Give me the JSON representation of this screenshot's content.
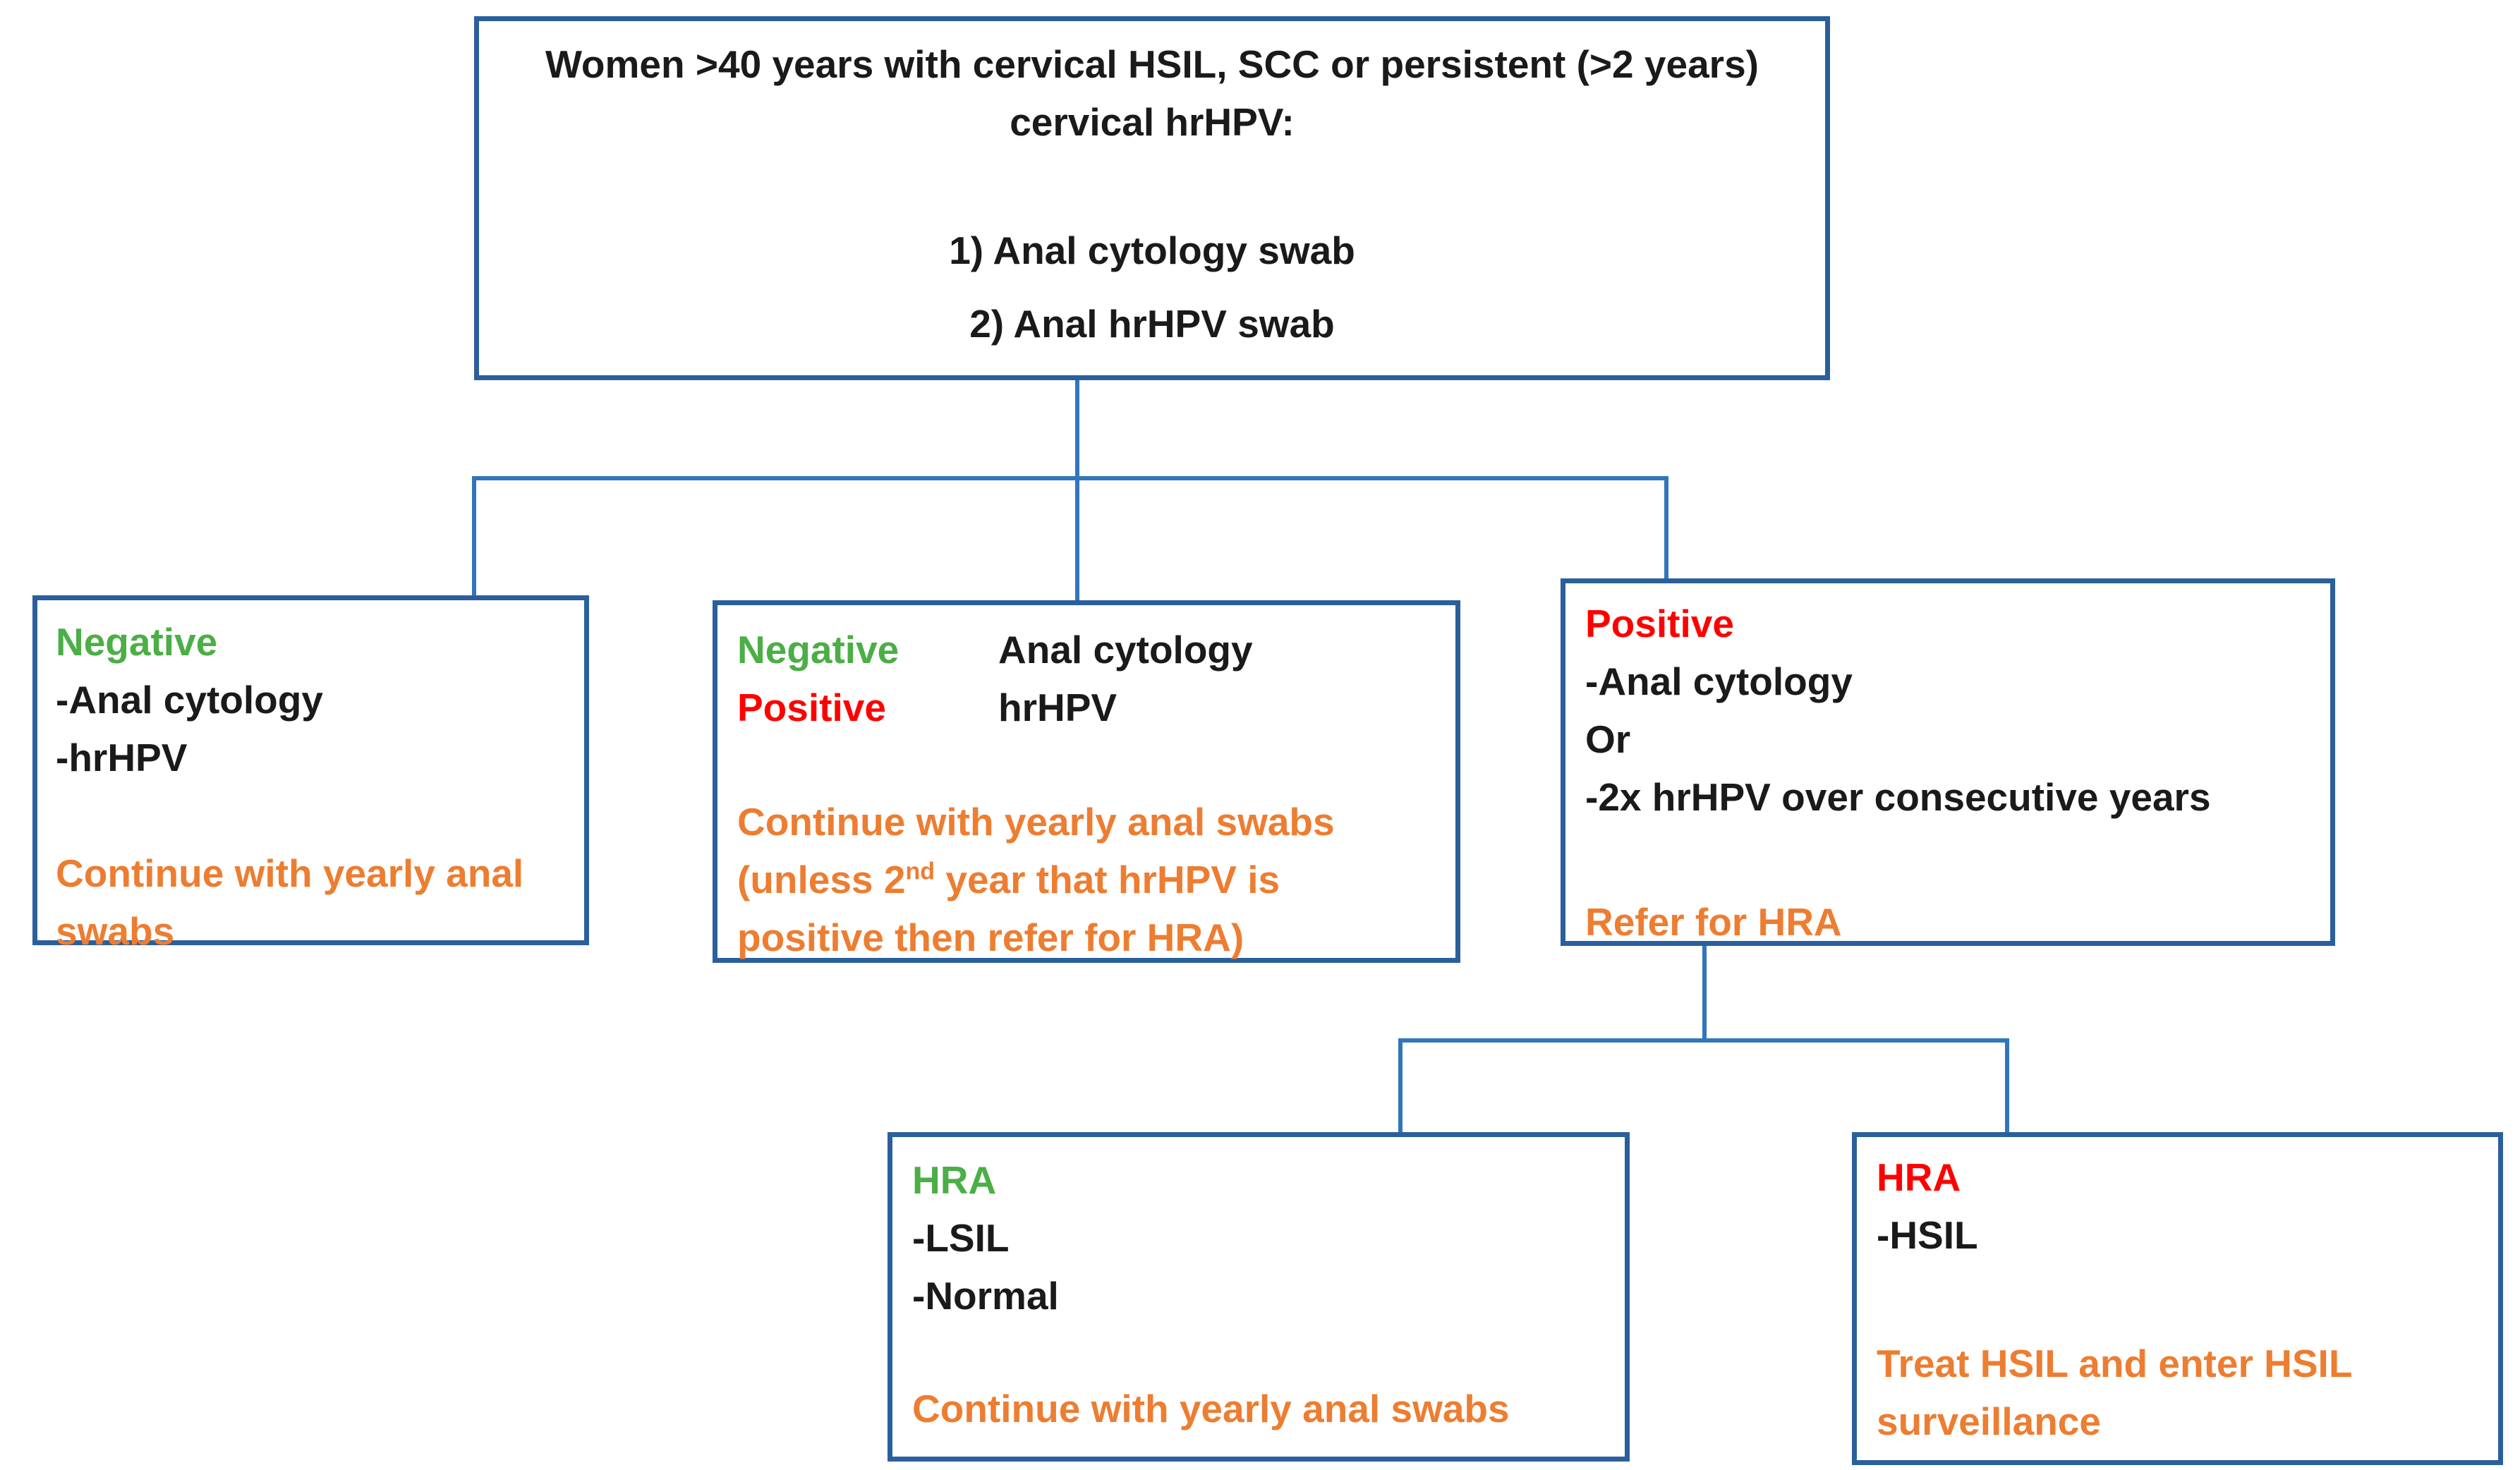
{
  "diagram": {
    "top_box": {
      "title_line1": "Women >40 years with cervical HSIL, SCC or persistent (>2 years)",
      "title_line2": "cervical hrHPV:",
      "step1": "1) Anal cytology swab",
      "step2": "2) Anal hrHPV swab"
    },
    "left_box": {
      "result": "Negative",
      "detail1": "-Anal cytology",
      "detail2": "-hrHPV",
      "action": "Continue with yearly anal swabs"
    },
    "middle_box": {
      "row1_result": "Negative",
      "row1_test": "Anal cytology",
      "row2_result": "Positive",
      "row2_test": "hrHPV",
      "action_line1": "Continue with yearly anal swabs",
      "action_line2_prefix": "(unless 2",
      "action_line2_superscript": "nd",
      "action_line2_suffix": " year that hrHPV is positive then refer for HRA)"
    },
    "right_box": {
      "result": "Positive",
      "detail1": "-Anal cytology",
      "detail2": "Or",
      "detail3": "-2x hrHPV over consecutive years",
      "action": "Refer for HRA"
    },
    "bottom_left_box": {
      "result": "HRA",
      "detail1": "-LSIL",
      "detail2": "-Normal",
      "action": "Continue with yearly anal swabs"
    },
    "bottom_right_box": {
      "result": "HRA",
      "detail1": "-HSIL",
      "action": "Treat HSIL and enter HSIL surveillance"
    },
    "colors": {
      "negative_green": "#4BAE46",
      "positive_red": "#FF0000",
      "action_orange": "#ED7D31",
      "box_border_blue": "#2A5F9C",
      "connector_blue": "#3176BB"
    }
  }
}
